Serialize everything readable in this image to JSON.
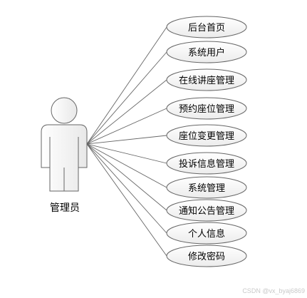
{
  "actor": {
    "label": "管理员"
  },
  "use_cases": [
    "后台首页",
    "系统用户",
    "在线讲座管理",
    "预约座位管理",
    "座位变更管理",
    "投诉信息管理",
    "系统管理",
    "通知公告管理",
    "个人信息",
    "修改密码"
  ],
  "watermark": "CSDN @vx_byaj6869"
}
